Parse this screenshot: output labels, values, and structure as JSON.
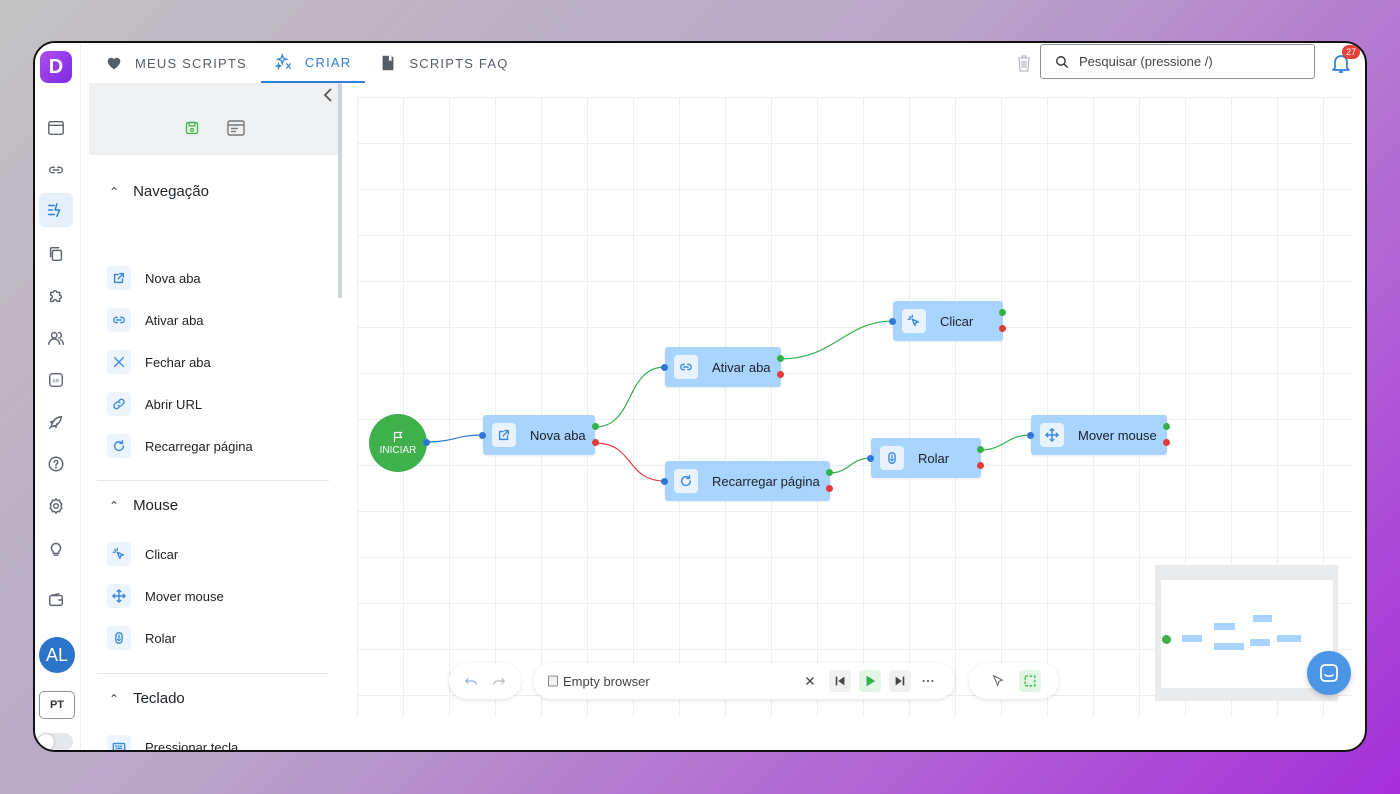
{
  "app": {
    "logo_letter": "D"
  },
  "tabs": [
    {
      "label": "MEUS SCRIPTS",
      "icon": "heart-icon"
    },
    {
      "label": "CRIAR",
      "icon": "sparkle-icon"
    },
    {
      "label": "SCRIPTS FAQ",
      "icon": "book-icon"
    }
  ],
  "search": {
    "placeholder": "Pesquisar (pressione /)"
  },
  "notifications": {
    "count": "27"
  },
  "rail": {
    "items": [
      {
        "name": "browser-window-icon"
      },
      {
        "name": "link-icon"
      },
      {
        "name": "create-flow-icon",
        "active": true
      },
      {
        "name": "copy-icon"
      },
      {
        "name": "puzzle-icon"
      },
      {
        "name": "users-icon"
      },
      {
        "name": "api-icon",
        "text": "API"
      },
      {
        "name": "rocket-icon"
      },
      {
        "name": "help-icon"
      },
      {
        "name": "settings-icon"
      },
      {
        "name": "bulb-icon"
      },
      {
        "name": "wallet-icon"
      }
    ],
    "avatar": "AL",
    "language": "PT"
  },
  "panel": {
    "sections": [
      {
        "title": "Navegação",
        "items": [
          {
            "label": "Nova aba",
            "icon": "external-tab-icon"
          },
          {
            "label": "Ativar aba",
            "icon": "link-icon"
          },
          {
            "label": "Fechar aba",
            "icon": "close-icon"
          },
          {
            "label": "Abrir URL",
            "icon": "chain-icon"
          },
          {
            "label": "Recarregar página",
            "icon": "reload-icon"
          }
        ]
      },
      {
        "title": "Mouse",
        "items": [
          {
            "label": "Clicar",
            "icon": "cursor-click-icon"
          },
          {
            "label": "Mover mouse",
            "icon": "move-arrows-icon"
          },
          {
            "label": "Rolar",
            "icon": "scroll-mouse-icon"
          }
        ]
      },
      {
        "title": "Teclado",
        "items": [
          {
            "label": "Pressionar tecla",
            "icon": "keyboard-icon"
          }
        ]
      }
    ]
  },
  "flow": {
    "start_label": "INICIAR",
    "nodes": [
      {
        "id": "nova-aba",
        "label": "Nova aba",
        "icon": "external-tab-icon"
      },
      {
        "id": "ativar-aba",
        "label": "Ativar aba",
        "icon": "link-icon"
      },
      {
        "id": "clicar",
        "label": "Clicar",
        "icon": "cursor-click-icon"
      },
      {
        "id": "recarregar",
        "label": "Recarregar página",
        "icon": "reload-icon"
      },
      {
        "id": "rolar",
        "label": "Rolar",
        "icon": "scroll-mouse-icon"
      },
      {
        "id": "mover",
        "label": "Mover mouse",
        "icon": "move-arrows-icon"
      }
    ],
    "edges": [
      {
        "from": "start",
        "to": "nova-aba",
        "kind": "start"
      },
      {
        "from": "nova-aba",
        "to": "ativar-aba",
        "kind": "success"
      },
      {
        "from": "nova-aba",
        "to": "recarregar",
        "kind": "error"
      },
      {
        "from": "ativar-aba",
        "to": "clicar",
        "kind": "success"
      },
      {
        "from": "recarregar",
        "to": "rolar",
        "kind": "success"
      },
      {
        "from": "rolar",
        "to": "mover",
        "kind": "success"
      }
    ]
  },
  "toolbar": {
    "browser_status": "Empty browser"
  },
  "colors": {
    "accent": "#2f7fd6",
    "node": "#a9d4ff",
    "start": "#3eb04c",
    "success": "#33b048",
    "error": "#e33b3b",
    "edge_start": "#2c78d8"
  }
}
